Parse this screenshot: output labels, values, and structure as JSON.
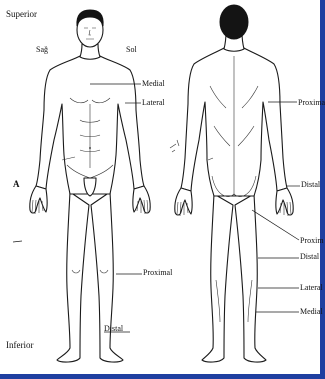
{
  "labels": {
    "superior": "Superior",
    "inferior": "Inferior",
    "sag": "Sağ",
    "sol": "Sol",
    "figure_letter": "A",
    "front_medial": "Medial",
    "front_lateral": "Lateral",
    "front_proximal": "Proximal",
    "front_distal": "Distal",
    "back_proximal_upper": "Proximal",
    "back_distal_upper": "Distal",
    "back_proxim": "Proxim",
    "back_distal_lower": "Distal",
    "back_lateral": "Lateral",
    "back_medial": "Medial"
  },
  "colors": {
    "border": "#1f3fa0",
    "ink": "#1a1a1a",
    "background": "#ffffff"
  }
}
